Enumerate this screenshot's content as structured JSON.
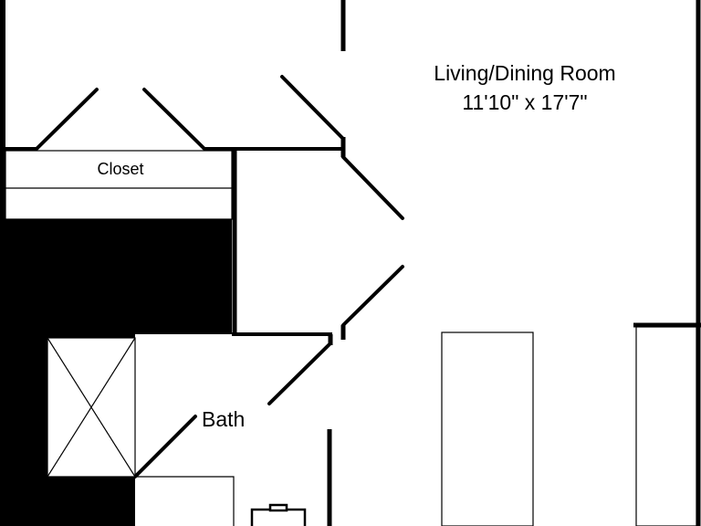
{
  "colors": {
    "wall": "#000000",
    "background": "#ffffff"
  },
  "rooms": {
    "living_dining": {
      "name": "Living/Dining Room",
      "dimensions": "11'10\" x 17'7\""
    },
    "closet": {
      "name": "Closet"
    },
    "bath": {
      "name": "Bath"
    }
  }
}
